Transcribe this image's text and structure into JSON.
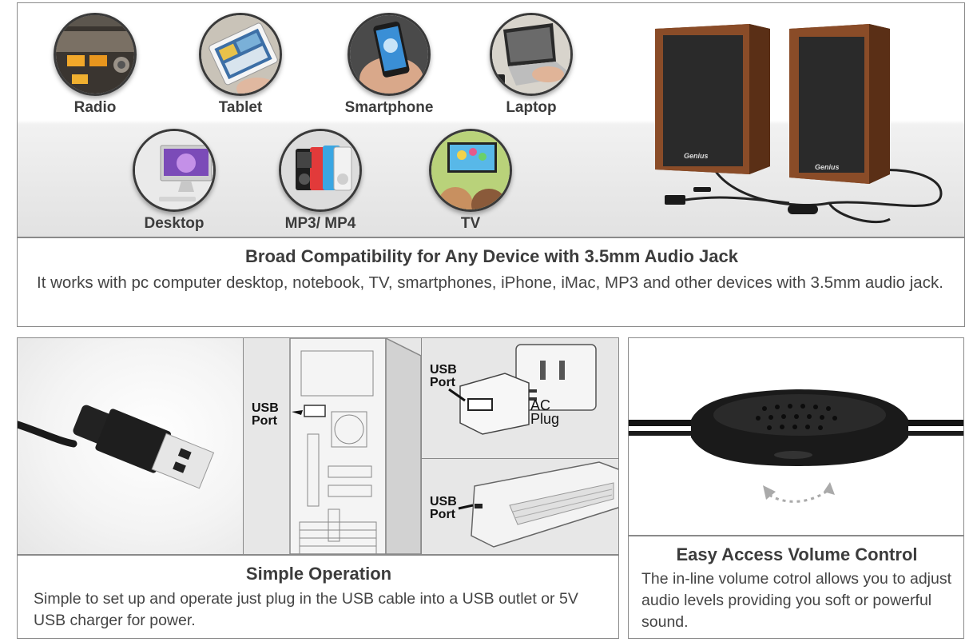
{
  "devices": [
    {
      "label": "Radio"
    },
    {
      "label": "Tablet"
    },
    {
      "label": "Smartphone"
    },
    {
      "label": "Laptop"
    },
    {
      "label": "Desktop"
    },
    {
      "label": "MP3/ MP4"
    },
    {
      "label": "TV"
    }
  ],
  "compatibility": {
    "title": "Broad Compatibility for Any Device with 3.5mm Audio Jack",
    "description": "It works with pc computer desktop, notebook, TV, smartphones, iPhone, iMac, MP3 and other devices with 3.5mm audio jack."
  },
  "speaker_brand": "Genius",
  "operation": {
    "usb_port_label_1": "USB",
    "usb_port_label_2": "Port",
    "ac_plug_label_1": "AC",
    "ac_plug_label_2": "Plug",
    "title": "Simple Operation",
    "description": "Simple to set up and operate just plug in the USB cable into a USB outlet or 5V USB charger for power."
  },
  "volume": {
    "title": "Easy Access Volume Control",
    "description": "The in-line volume cotrol allows you to adjust audio levels providing you soft or powerful sound."
  },
  "colors": {
    "border": "#8a8a8a",
    "wood": "#7a4526",
    "speaker_front": "#2a2a2a",
    "text": "#3c3c3c"
  }
}
